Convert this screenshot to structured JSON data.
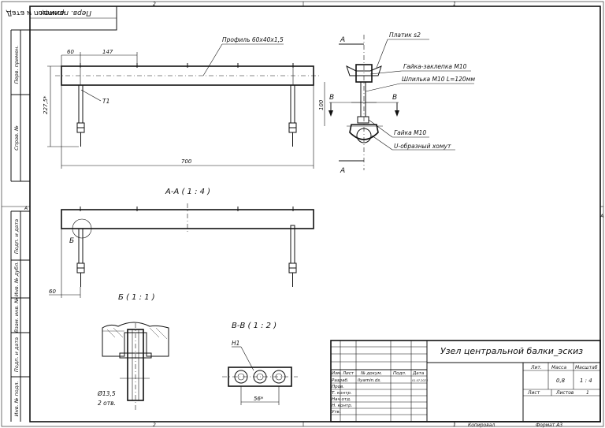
{
  "frame": {
    "zone_top_left": "2",
    "zone_top_right": "1",
    "zone_bottom_left": "2",
    "zone_bottom_right": "1",
    "zone_side_left": "A",
    "zone_side_right": "A",
    "mirrored_stamp_1": "Дата и подпись",
    "mirrored_stamp_2": "Перв. примен."
  },
  "side_columns": [
    "Перв. примен.",
    "Справ. №",
    "Подп. и дата",
    "Инв. № дубл.",
    "Взам. инв. №",
    "Подп. и дата",
    "Инв. № подл."
  ],
  "main_view": {
    "profile_label": "Профиль 60x40x1,5",
    "dim_60_top": "60",
    "dim_147": "147",
    "dim_2275": "227,5*",
    "dim_700": "700",
    "t1_label": "T1"
  },
  "right_view": {
    "cut_letter_a_top": "A",
    "cut_letter_a_bottom": "A",
    "cut_letter_b_left": "B",
    "cut_letter_b_right": "B",
    "plate_label": "Платик s2",
    "cap_nut_label": "Гайка-заклепка М10",
    "stud_label": "Шпилька М10 L=120мм",
    "nut_label": "Гайка М10",
    "clamp_label": "U-образный хомут",
    "dim_100": "100"
  },
  "section_aa": {
    "title": "А-А ( 1 : 4 )",
    "callout_letter": "Б",
    "dim_60": "60"
  },
  "detail_b": {
    "title": "Б ( 1 : 1 )",
    "diameter": "Ø13,5",
    "holes": "2 отв."
  },
  "section_bb": {
    "title": "В-В ( 1 : 2 )",
    "h1": "H1",
    "dim_56": "56*"
  },
  "title_block": {
    "drawing_title": "Узел центральной балки_эскиз",
    "col_izm": "Изм.",
    "col_list": "Лист",
    "col_docnum": "№ докум.",
    "col_podp": "Подп.",
    "col_data": "Дата",
    "row_razrab": "Разраб.",
    "author": "Ilyamin.ds.",
    "date": "01.07.2023",
    "row_prov": "Пров.",
    "row_tkontr": "Т. контр.",
    "row_nachotd": "Нач.отд.",
    "row_nkontr": "Н. контр.",
    "row_utv": "Утв.",
    "lit_label": "Лит.",
    "mass_label": "Масса",
    "scale_label": "Масштаб",
    "mass_value": "0,8",
    "scale_value": "1 : 4",
    "sheet_label": "Лист",
    "sheets_label": "Листов",
    "sheets_value": "1",
    "copied": "Копировал",
    "format": "Формат А3",
    "bottom_sheet_num": "1"
  }
}
